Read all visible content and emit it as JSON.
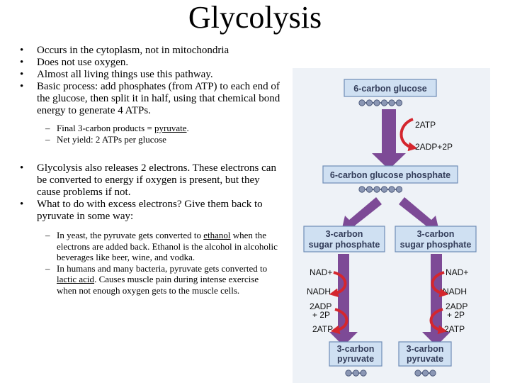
{
  "title": "Glycolysis",
  "bullets_top": [
    "Occurs in the cytoplasm, not in mitochondria",
    "Does not use oxygen.",
    "Almost all living things use this pathway.",
    "Basic process: add phosphates (from ATP) to each end of the glucose, then split it in half, using that chemical bond energy to generate 4 ATPs."
  ],
  "sub_top": [
    {
      "pre": "Final 3-carbon products = ",
      "link": "pyruvate",
      "post": "."
    },
    {
      "pre": "Net yield: 2 ATPs per glucose",
      "link": "",
      "post": ""
    }
  ],
  "bullets_bottom": [
    "Glycolysis also releases 2 electrons.  These electrons can be converted to energy if oxygen is present, but they cause problems if not.",
    "What to do with excess electrons? Give them back to pyruvate in some way:"
  ],
  "sub_bottom": [
    {
      "pre": "In yeast, the pyruvate gets converted to ",
      "link": "ethanol",
      "post": " when the electrons are added back.  Ethanol is the alcohol in alcoholic beverages like beer, wine, and vodka."
    },
    {
      "pre": "In humans and many bacteria, pyruvate gets converted to ",
      "link": "lactic acid",
      "post": ".  Causes muscle pain during intense exercise when not enough oxygen gets to the muscle cells."
    }
  ],
  "diagram": {
    "glucose": "6-carbon glucose",
    "atp_in": "2ATP",
    "adp_out": "2ADP+2P",
    "glucose_phosphate": "6-carbon glucose phosphate",
    "sugar_phosphate_l1": "3-carbon",
    "sugar_phosphate_l2": "sugar phosphate",
    "nad": "NAD+",
    "nadh": "NADH",
    "adp_l1": "2ADP",
    "adp_l2": "+ 2P",
    "atp_out": "2ATP",
    "pyruvate_l1": "3-carbon",
    "pyruvate_l2": "pyruvate"
  },
  "colors": {
    "box_fill": "#cfe0f2",
    "box_stroke": "#6f8db6",
    "arrow": "#7d4a96",
    "curve": "#d4262e",
    "bead": "#8b97b4",
    "diagram_bg": "#eef2f7"
  }
}
